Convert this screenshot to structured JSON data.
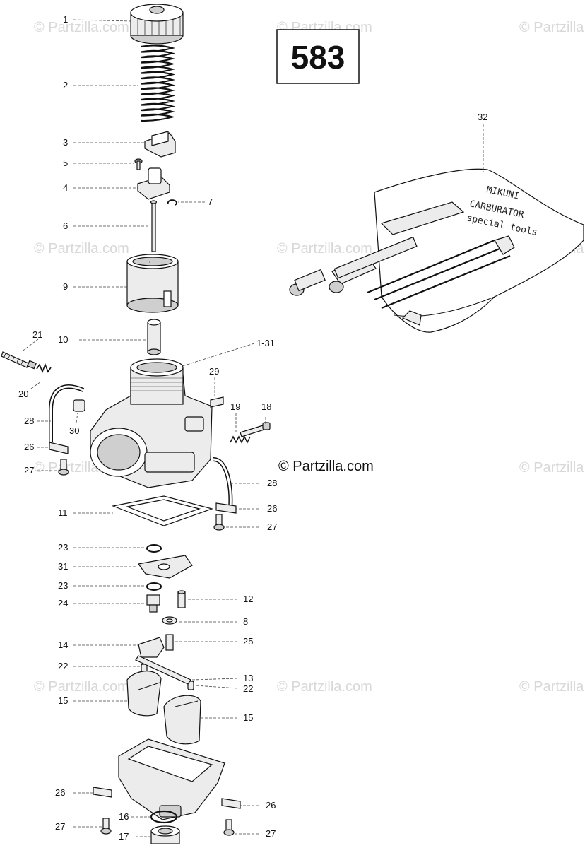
{
  "page_number": "583",
  "watermark": "© Partzilla.com",
  "main_watermark": "© Partzilla.com",
  "kit_text": [
    "MIKUNI",
    "CARBURATOR",
    "special tools"
  ],
  "callouts": [
    {
      "id": "c1",
      "label": "1"
    },
    {
      "id": "c2",
      "label": "2"
    },
    {
      "id": "c3",
      "label": "3"
    },
    {
      "id": "c5",
      "label": "5"
    },
    {
      "id": "c4",
      "label": "4"
    },
    {
      "id": "c7",
      "label": "7"
    },
    {
      "id": "c6",
      "label": "6"
    },
    {
      "id": "c9",
      "label": "9"
    },
    {
      "id": "c10",
      "label": "10"
    },
    {
      "id": "c21",
      "label": "21"
    },
    {
      "id": "c1-31",
      "label": "1-31"
    },
    {
      "id": "c29",
      "label": "29"
    },
    {
      "id": "c20",
      "label": "20"
    },
    {
      "id": "c19",
      "label": "19"
    },
    {
      "id": "c18",
      "label": "18"
    },
    {
      "id": "c28a",
      "label": "28"
    },
    {
      "id": "c30",
      "label": "30"
    },
    {
      "id": "c26a",
      "label": "26"
    },
    {
      "id": "c27a",
      "label": "27"
    },
    {
      "id": "c28b",
      "label": "28"
    },
    {
      "id": "c26b",
      "label": "26"
    },
    {
      "id": "c27b",
      "label": "27"
    },
    {
      "id": "c11",
      "label": "11"
    },
    {
      "id": "c23a",
      "label": "23"
    },
    {
      "id": "c31",
      "label": "31"
    },
    {
      "id": "c23b",
      "label": "23"
    },
    {
      "id": "c12",
      "label": "12"
    },
    {
      "id": "c24",
      "label": "24"
    },
    {
      "id": "c8",
      "label": "8"
    },
    {
      "id": "c14",
      "label": "14"
    },
    {
      "id": "c25",
      "label": "25"
    },
    {
      "id": "c22a",
      "label": "22"
    },
    {
      "id": "c13",
      "label": "13"
    },
    {
      "id": "c22b",
      "label": "22"
    },
    {
      "id": "c15a",
      "label": "15"
    },
    {
      "id": "c15b",
      "label": "15"
    },
    {
      "id": "c26c",
      "label": "26"
    },
    {
      "id": "c26d",
      "label": "26"
    },
    {
      "id": "c16",
      "label": "16"
    },
    {
      "id": "c27c",
      "label": "27"
    },
    {
      "id": "c27d",
      "label": "27"
    },
    {
      "id": "c17",
      "label": "17"
    },
    {
      "id": "c32",
      "label": "32"
    }
  ]
}
